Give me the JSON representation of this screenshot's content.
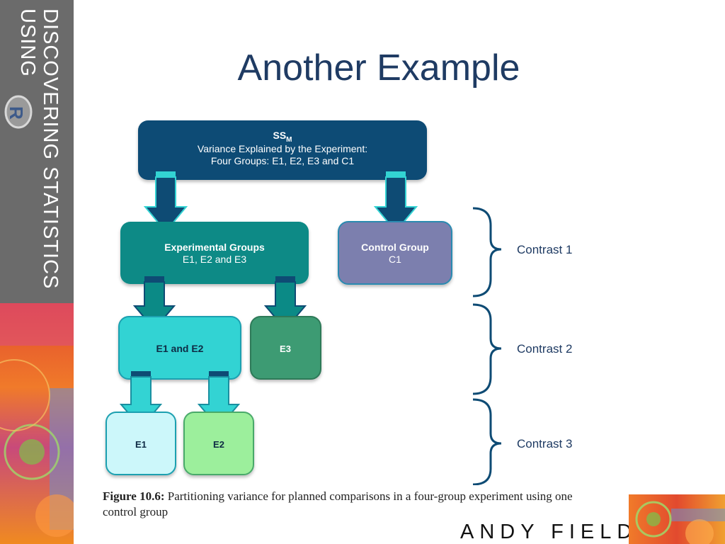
{
  "brand": {
    "line1": "DISCOVERING STATISTICS",
    "line2": "USING",
    "logo_letter": "R"
  },
  "title": "Another Example",
  "diagram": {
    "ss_box": {
      "label_main": "SS",
      "label_sub": "M",
      "line2": "Variance Explained by the Experiment:",
      "line3": "Four Groups: E1, E2, E3 and C1"
    },
    "experimental": {
      "line1": "Experimental Groups",
      "line2": "E1, E2 and E3"
    },
    "control": {
      "line1": "Control Group",
      "line2": "C1"
    },
    "e1e2": {
      "label": "E1 and E2"
    },
    "e3": {
      "label": "E3"
    },
    "e1": {
      "label": "E1"
    },
    "e2": {
      "label": "E2"
    },
    "contrasts": [
      "Contrast 1",
      "Contrast 2",
      "Contrast 3"
    ]
  },
  "caption": {
    "figure": "Figure 10.6:",
    "text": " Partitioning variance for planned comparisons in a four-group experiment using one control group"
  },
  "author": "ANDY FIELD",
  "colors": {
    "ss": "#0e4b74",
    "experimental": "#0b8a86",
    "control": "#7b7fae",
    "e1e2": "#33d3d3",
    "e3": "#3e9b73",
    "e1": "#ccf7fa",
    "e2": "#9cef9c",
    "bracket": "#0e4b74"
  }
}
